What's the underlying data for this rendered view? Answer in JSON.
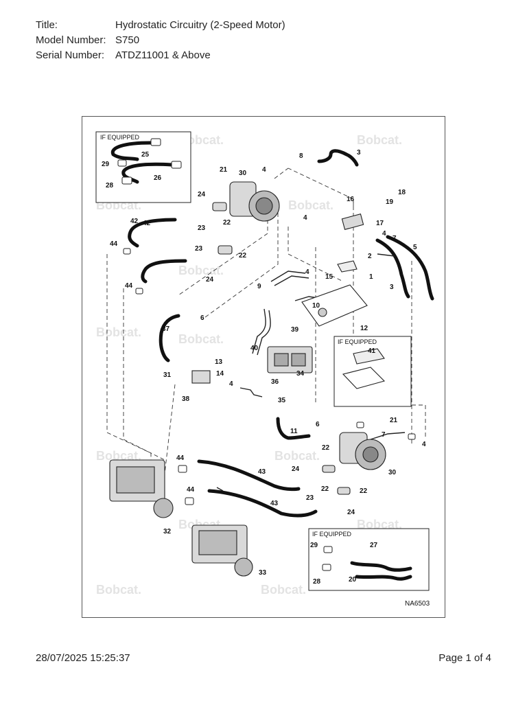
{
  "header": {
    "title_label": "Title:",
    "title_value": "Hydrostatic Circuitry (2-Speed Motor)",
    "model_label": "Model Number:",
    "model_value": "S750",
    "serial_label": "Serial Number:",
    "serial_value": "ATDZ11001 & Above"
  },
  "diagram": {
    "figure_code": "NA6503",
    "watermark_text": "Bobcat.",
    "if_equipped_label": "IF EQUIPPED",
    "callouts": [
      "25",
      "29",
      "26",
      "28",
      "21",
      "30",
      "4",
      "8",
      "3",
      "24",
      "22",
      "42",
      "44",
      "23",
      "22",
      "24",
      "18",
      "16",
      "19",
      "4",
      "17",
      "4",
      "5",
      "7",
      "2",
      "15",
      "1",
      "3",
      "9",
      "4",
      "10",
      "6",
      "12",
      "37",
      "39",
      "40",
      "13",
      "31",
      "14",
      "34",
      "4",
      "36",
      "38",
      "35",
      "41",
      "21",
      "6",
      "11",
      "7",
      "4",
      "22",
      "24",
      "30",
      "44",
      "43",
      "22",
      "23",
      "22",
      "44",
      "24",
      "43",
      "32",
      "33",
      "29",
      "27",
      "28",
      "20",
      "42",
      "44",
      "23"
    ]
  },
  "footer": {
    "timestamp": "28/07/2025 15:25:37",
    "page": "Page 1 of 4"
  }
}
